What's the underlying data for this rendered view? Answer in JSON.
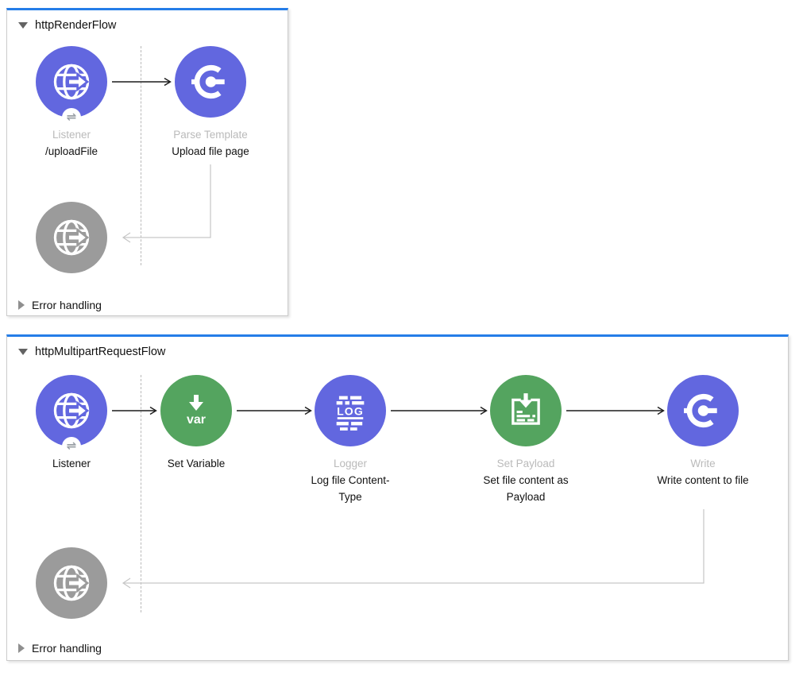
{
  "flow1": {
    "title": "httpRenderFlow",
    "listener_label": "Listener",
    "listener_name": "/uploadFile",
    "parse_label": "Parse Template",
    "parse_name": "Upload file page",
    "error_label": "Error handling"
  },
  "flow2": {
    "title": "httpMultipartRequestFlow",
    "listener_name": "Listener",
    "setvar_name": "Set Variable",
    "logger_label": "Logger",
    "logger_name": "Log file Content-Type",
    "payload_label": "Set Payload",
    "payload_name": "Set file content as Payload",
    "write_label": "Write",
    "write_name": "Write content to file",
    "error_label": "Error handling"
  },
  "icons": {
    "logger_text": "LOG",
    "var_text": "var",
    "exchange_badge": "⇌"
  },
  "colors": {
    "selected_flow_bar": "#257de8",
    "node_purple": "#6267df",
    "node_green": "#54a45f",
    "node_gray": "#9b9b9b",
    "label_gray": "#bababa",
    "return_connector": "#c6c6c6"
  }
}
